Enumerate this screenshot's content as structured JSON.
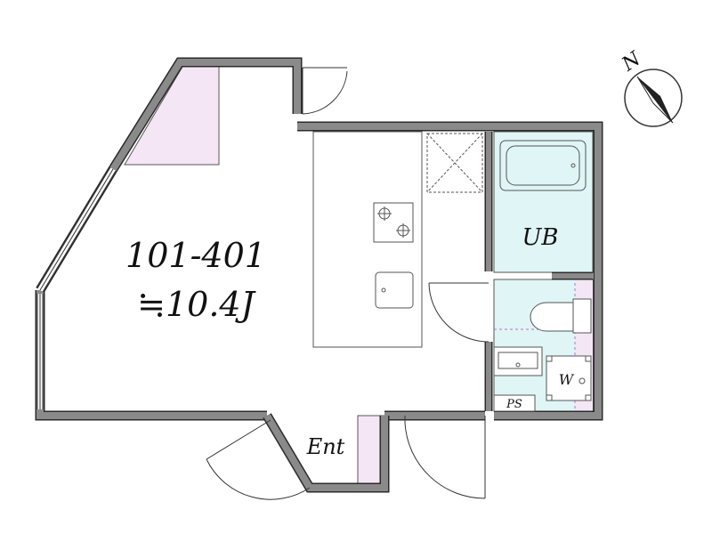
{
  "unit": {
    "number": "101-401",
    "area": "≒10.4J"
  },
  "rooms": {
    "bathroom": "UB",
    "washer": "W",
    "pipe_space": "PS",
    "entrance": "Ent"
  },
  "compass": {
    "label": "N"
  },
  "colors": {
    "wall": "#8a8a8a",
    "wall_outline": "#2b2b2b",
    "closet": "#f5e6f5",
    "wet_area": "#e0f5f5",
    "fixture": "#555555",
    "floor": "#ffffff"
  }
}
